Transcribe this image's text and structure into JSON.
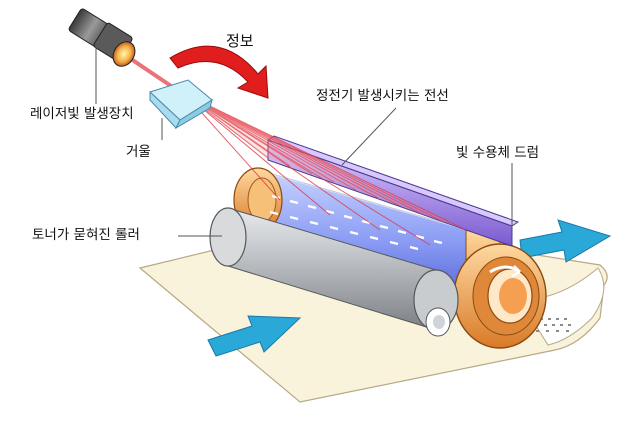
{
  "labels": {
    "info": "정보",
    "laser": "레이저빛 발생장치",
    "mirror": "거울",
    "wire": "정전기 발생시키는 전선",
    "drum": "빛 수용체 드럼",
    "roller": "토너가 묻혀진 롤러"
  },
  "colors": {
    "laser_beam": "#e0303a",
    "info_arrow": "#e01e1e",
    "flow_arrow": "#2aa8d8",
    "drum_orange": "#f0a050",
    "drum_blue": "#8090f0",
    "roller_gray": "#b0b4b8",
    "wire_purple": "#a080e0",
    "paper": "#faf3dc"
  }
}
